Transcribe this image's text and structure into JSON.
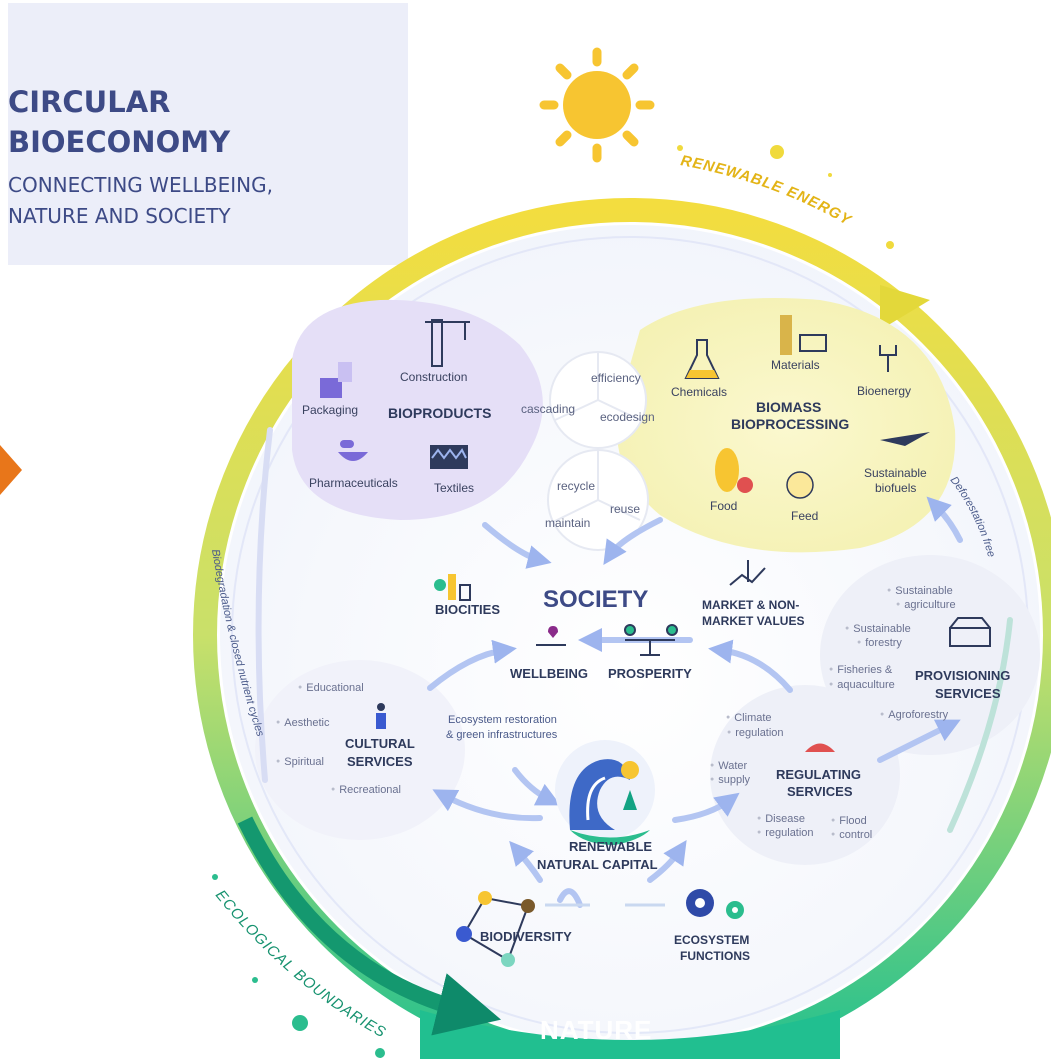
{
  "title": {
    "line1": "CIRCULAR",
    "line2": "BIOECONOMY",
    "sub1": "CONNECTING WELLBEING,",
    "sub2": "NATURE AND SOCIETY"
  },
  "arcs": {
    "top": "RENEWABLE ENERGY",
    "bottom_left": "ECOLOGICAL BOUNDARIES",
    "bottom": "NATURE",
    "left": "Biodegradation & closed nutrient cycles",
    "right": "Deforestation free"
  },
  "bioproducts": {
    "heading": "BIOPRODUCTS",
    "items": [
      "Construction",
      "Packaging",
      "Pharmaceuticals",
      "Textiles"
    ]
  },
  "principles": {
    "top": [
      "efficiency",
      "cascading",
      "ecodesign"
    ],
    "bottom": [
      "recycle",
      "reuse",
      "maintain"
    ]
  },
  "biomass": {
    "heading1": "BIOMASS",
    "heading2": "BIOPROCESSING",
    "items": [
      "Chemicals",
      "Materials",
      "Bioenergy",
      "Food",
      "Feed",
      "Sustainable",
      "biofuels"
    ]
  },
  "society": {
    "heading": "SOCIETY",
    "biocities": "BIOCITIES",
    "market1": "MARKET & NON-",
    "market2": "MARKET VALUES",
    "wellbeing": "WELLBEING",
    "prosperity": "PROSPERITY"
  },
  "cultural": {
    "heading1": "CULTURAL",
    "heading2": "SERVICES",
    "items": [
      "Educational",
      "Aesthetic",
      "Spiritual",
      "Recreational"
    ]
  },
  "restoration": {
    "line1": "Ecosystem restoration",
    "line2": "& green infrastructures"
  },
  "regulating": {
    "heading1": "REGULATING",
    "heading2": "SERVICES",
    "items": [
      "Climate",
      "regulation",
      "Water",
      "supply",
      "Disease",
      "regulation",
      "Flood",
      "control"
    ]
  },
  "provisioning": {
    "heading1": "PROVISIONING",
    "heading2": "SERVICES",
    "items": [
      "Sustainable",
      "agriculture",
      "Sustainable",
      "forestry",
      "Fisheries &",
      "aquaculture",
      "Agroforestry"
    ]
  },
  "capital": {
    "line1": "RENEWABLE",
    "line2": "NATURAL CAPITAL"
  },
  "biodiversity": "BIODIVERSITY",
  "functions": {
    "line1": "ECOSYSTEM",
    "line2": "FUNCTIONS"
  },
  "colors": {
    "navy": "#3d4a86",
    "yellow": "#f7c531",
    "green": "#2bbd8e",
    "teal": "#12a383",
    "purple": "#e4def6",
    "orange": "#e8761a"
  }
}
